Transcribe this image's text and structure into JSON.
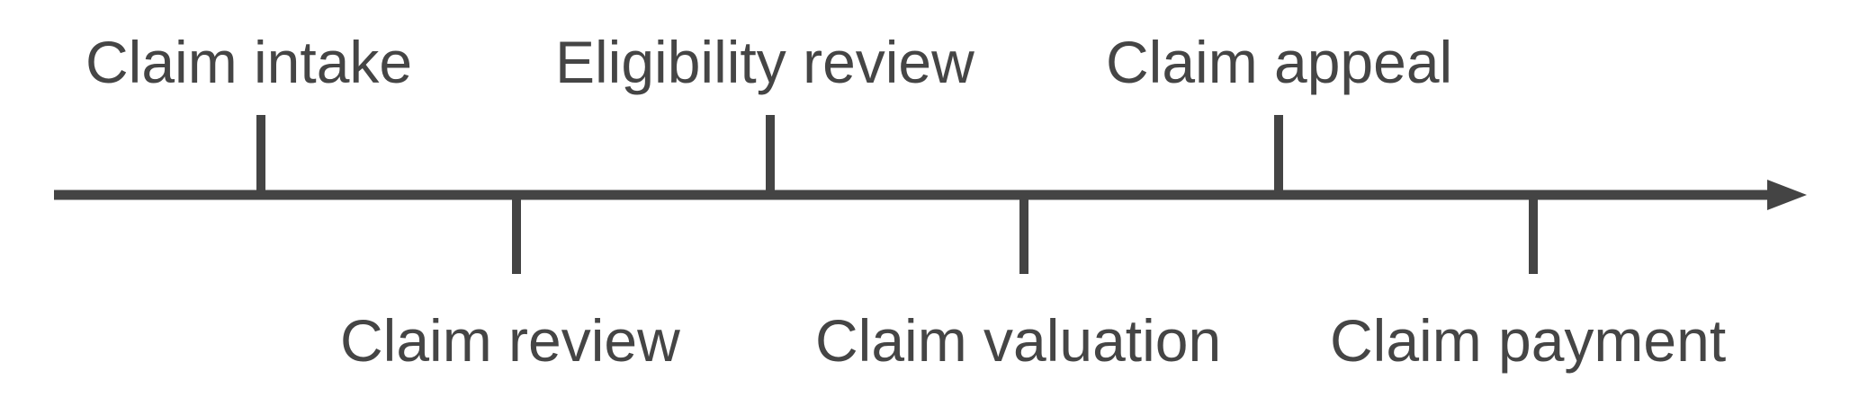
{
  "colors": {
    "line": "#444444",
    "text": "#454545",
    "background": "#ffffff"
  },
  "steps": [
    {
      "label": "Claim intake",
      "side": "above"
    },
    {
      "label": "Claim review",
      "side": "below"
    },
    {
      "label": "Eligibility review",
      "side": "above"
    },
    {
      "label": "Claim valuation",
      "side": "below"
    },
    {
      "label": "Claim appeal",
      "side": "above"
    },
    {
      "label": "Claim payment",
      "side": "below"
    }
  ]
}
